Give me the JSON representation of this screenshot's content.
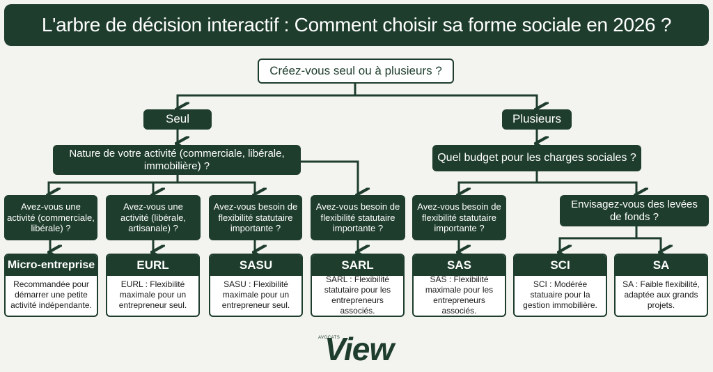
{
  "title": "L'arbre de décision interactif : Comment choisir sa forme sociale en 2026 ?",
  "root_question": "Créez-vous seul ou à plusieurs ?",
  "branches": {
    "seul": "Seul",
    "plusieurs": "Plusieurs"
  },
  "second_questions": {
    "seul": "Nature de votre activité (commerciale, libérale, immobilière) ?",
    "plusieurs": "Quel budget pour les charges sociales ?"
  },
  "third_questions": [
    "Avez-vous une activité (commerciale, libérale) ?",
    "Avez-vous une activité (libérale, artisanale) ?",
    "Avez-vous besoin de flexibilité statutaire importante ?",
    "Avez-vous besoin de flexibilité statutaire importante ?",
    "Avez-vous besoin de flexibilité statutaire importante ?",
    "Envisagez-vous des levées de fonds ?"
  ],
  "results": [
    {
      "name": "Micro-entreprise",
      "desc": "Recommandée pour démarrer une petite activité indépendante."
    },
    {
      "name": "EURL",
      "desc": "EURL : Flexibilité maximale pour un entrepreneur seul."
    },
    {
      "name": "SASU",
      "desc": "SASU : Flexibilité maximale pour un entrepreneur seul."
    },
    {
      "name": "SARL",
      "desc": "SARL : Flexibilité statutaire pour les entrepreneurs associés."
    },
    {
      "name": "SAS",
      "desc": "SAS : Flexibilité maximale pour les entrepreneurs associés."
    },
    {
      "name": "SCI",
      "desc": "SCI : Modérée statuaire pour la gestion immobilière."
    },
    {
      "name": "SA",
      "desc": "SA : Faible flexibilité, adaptée aux grands projets."
    }
  ],
  "logo": {
    "small": "AVOCATS",
    "main": "View"
  },
  "colors": {
    "primary": "#1e3d2d",
    "background": "#f3f3f0",
    "card_background": "#ffffff"
  }
}
